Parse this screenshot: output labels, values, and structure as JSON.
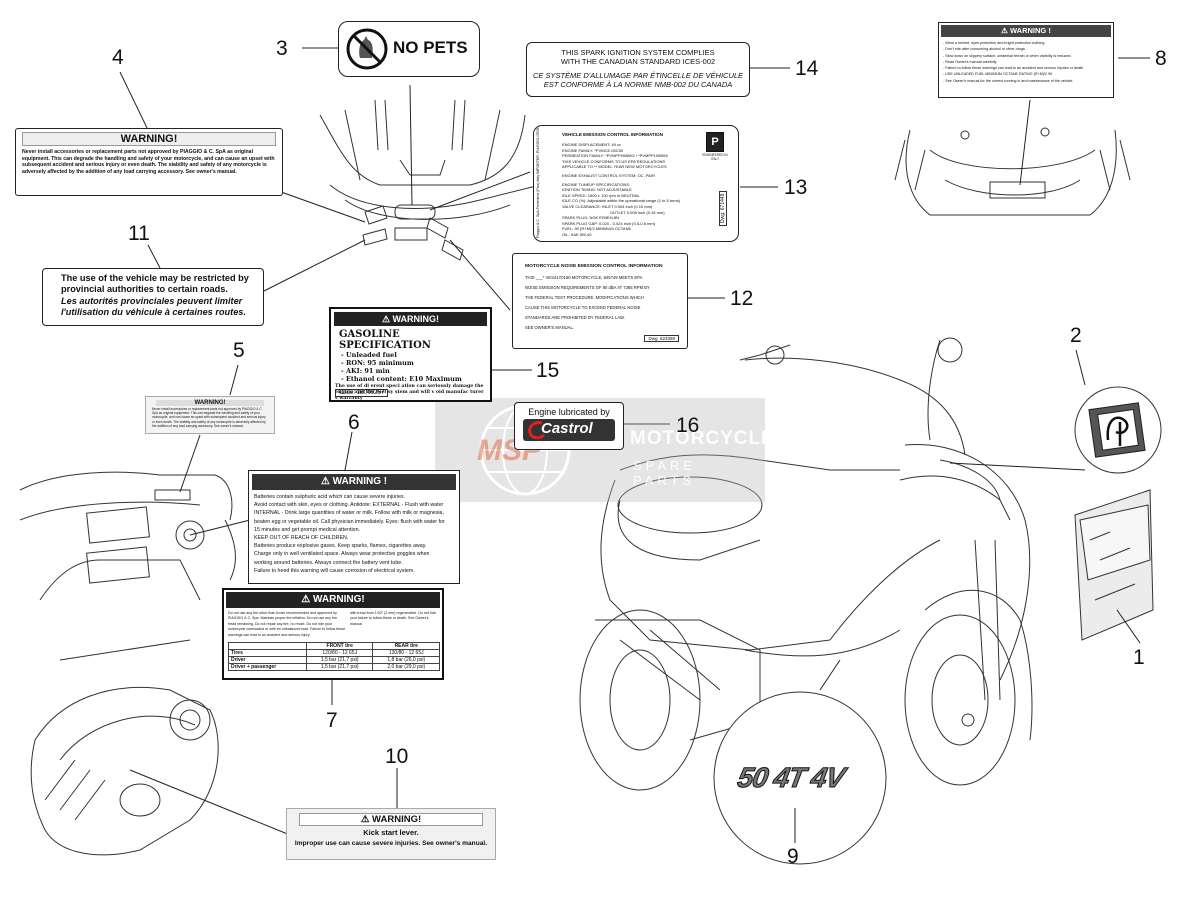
{
  "callouts": {
    "c1": "1",
    "c2": "2",
    "c3": "3",
    "c4": "4",
    "c5": "5",
    "c6": "6",
    "c7": "7",
    "c8": "8",
    "c9": "9",
    "c10": "10",
    "c11": "11",
    "c12": "12",
    "c13": "13",
    "c14": "14",
    "c15": "15",
    "c16": "16"
  },
  "labels": {
    "no_pets": "NO PETS",
    "warning_4": {
      "title": "WARNING!",
      "body": "Never install accessories or replacement parts not approved by PIAGGIO & C. SpA as original equipment. This can degrade the handling and safety of your motorcycle, and can cause an upset with subsequent accident and serious injury or even death. The stability and safety of any motorcycle is adversely affected by the addition of any load carrying accessory. See owner's manual."
    },
    "restriction_11": {
      "en": "The use of the vehicle may be restricted by provincial authorities to certain roads.",
      "fr": "Les autorités provinciales peuvent limiter l'utilisation du véhicule à certaines routes."
    },
    "canada_14": {
      "en1": "THIS SPARK IGNITION SYSTEM COMPLIES",
      "en2": "WITH THE CANADIAN STANDARD ICES-002",
      "fr1": "CE SYSTÈME D'ALLUMAGE PAR ÉTINCELLE DE VÉHICULE",
      "fr2": "EST CONFORME À LA NORME NMB-002 DU CANADA"
    },
    "emission_13": {
      "title": "VEHICLE EMISSION CONTROL INFORMATION",
      "lines": [
        "ENGINE DISPLACEMENT: 49 cc",
        "ENGINE FAMILY: *PVMCE.05C50",
        "PERMEATION FAMILY: *PVMPP0088H2 / *PVMPP1058H8",
        "THIS VEHICLE CONFORMS TO US EPA REGULATIONS",
        "APPLICABLE TO ** MODEL YEAR NEW MOTORCYCLES",
        "ENGINE EXHAUST CONTROL SYSTEM: OC, PAIR",
        "ENGINE TUNEUP SPECIFICATIONS:",
        "IGNITION TIMING: NOT ADJUSTABLE",
        "IDLE SPEED: 1600 ± 100 rpm in NEUTRAL",
        "IDLE CO (%): Adjustable within the operational range (1 to 5 turns)",
        "VALVE CLEARANCE: INLET 0.004 inch (0.10 mm)",
        "OUTLET 0.006 inch (0.15 mm)",
        "SPARK PLUG: NGK ER9EH-8N",
        "SPARK PLUG GAP: 0.020 - 0.024 inch (0.5-0.6 mm)",
        "FUEL: 90 (R+M)/2 MINIMUM OCTANE",
        "OIL: SAE 5W-40"
      ],
      "side": "Piaggio & C. SpA Pontedera (Pisa) Italy  IMPORTER: PIAGGIO GROUP AMERICAS, Inc. NEW YORK",
      "dwg": "Dwg. 671449",
      "engineered": "ENGINEERED IN ITALY"
    },
    "noise_12": {
      "title": "MOTORCYCLE NOISE EMISSION CONTROL INFORMATION",
      "lines": [
        "THIS ___* VES41Y0150 MOTORCYCLE, 845749 MEETS EPA",
        "NOISE EMISSION REQUIREMENTS OF 80 dBA AT 7365 RPM BY",
        "THE FEDERAL TEST PROCEDURE. MODIFICATIONS WHICH",
        "CAUSE THIS MOTORCYCLE TO EXCEED FEDERAL NOISE",
        "STANDARDS ARE PROHIBITED BY FEDERAL LAW.",
        "SEE OWNER'S MANUAL."
      ],
      "dwg": "Dwg. 623388"
    },
    "gasoline_15": {
      "warn": "WARNING!",
      "title": "GASOLINE SPECIFICATION",
      "items": [
        "- Unleaded fuel",
        "- RON: 95 minimum",
        "- AKI: 91 min",
        "- Ethanol content: E10 Maximum"
      ],
      "note": "The use of di erent speci ation can seriously damage the engine and the fuel sy stem and will v oid manufac turer s warranty",
      "code": "Code: 1B009257"
    },
    "castrol_16": {
      "top": "Engine lubricated by",
      "brand": "Castrol"
    },
    "warning_8": {
      "title": "WARNING !",
      "lines": [
        "- Wear a helmet, eyes protection and bright protective clothing",
        "- Don't ride after consuming alcohol or other drugs.",
        "- Slow down on slippery surface, unfamiliar terrain or when visibility is reduced.",
        "- Read Owner's manual carefully.",
        "- Failure to follow these warnings can lead to an accident and serious injuries or death",
        "- USE UNLEADED FUEL MINIMUM OCTANE RATING (R+M)/2 90",
        "- See Owner's manual for the correct running in and maintenance of the vehicle."
      ]
    },
    "warning_5": {
      "title": "WARNING!",
      "body": "Never install accessories or replacement parts not approved by PIAGGIO & C. SpA as original equipment. This can degrade the handling and safety of your motorcycle, and can cause an upset with subsequent accident and serious injury or even death. The stability and safety of any motorcycle is adversely affected by the addition of any load carrying accessory. See owner's manual."
    },
    "battery_6": {
      "title": "WARNING !",
      "lines": [
        "Batteries contain sulphuric acid which can cause severe injuries.",
        "Avoid contact with skin, eyes or clothing. Antidote: EXTERNAL - Flush with water",
        "INTERNAL - Drink large quantities of water or milk. Follow with milk or magnesia,",
        "beaten egg or vegetable oil. Call physician immediately. Eyes: flush with water for",
        "15 minutes and get prompt medical attention.",
        "KEEP OUT OF REACH OF CHILDREN.",
        "Batteries produce explosive gases. Keep sparks, flames, cigarettes away.",
        "Charge only in well ventilated space. Always wear protective goggles when",
        "working around batteries. Always connect the battery vent tube.",
        "Failure to heed this warning will cause corrosion of electrical system."
      ]
    },
    "tire_7": {
      "title": "WARNING!",
      "left": "Do not use any tire other than those recommended and approved by PIAGGIO & C. Spa. Maintain proper tire inflation. Do not use any tire tread remaining. Do not repair any tire, no reuse. Do not ride your motorcycle overloaded or with an unbalanced load. Failure to follow these warnings can lead to an accident and serious injury.",
      "right": "with tread from 1/32\" (2 mm) regenerative. Do not ride your failure to follow these or death. See Owner's manual",
      "headers": [
        "",
        "FRONT tire",
        "REAR tire"
      ],
      "rows": [
        [
          "Tires",
          "120/80 - 12 65J",
          "130/80 - 12 65J"
        ],
        [
          "Driver",
          "1,5 bar (21,7 psi)",
          "1,8 bar (26,0 psi)"
        ],
        [
          "Driver + passenger",
          "1,5 bar (21,7 psi)",
          "2,0 bar (29,0 psi)"
        ]
      ]
    },
    "kick_10": {
      "title": "WARNING!",
      "line1": "Kick start lever.",
      "line2": "Improper use can cause severe injuries. See owner's manual."
    },
    "badge_9": "50 4T 4V",
    "watermark": {
      "logo": "MSP",
      "title": "MOTORCYCLE",
      "sub": "SPARE PARTS"
    }
  }
}
